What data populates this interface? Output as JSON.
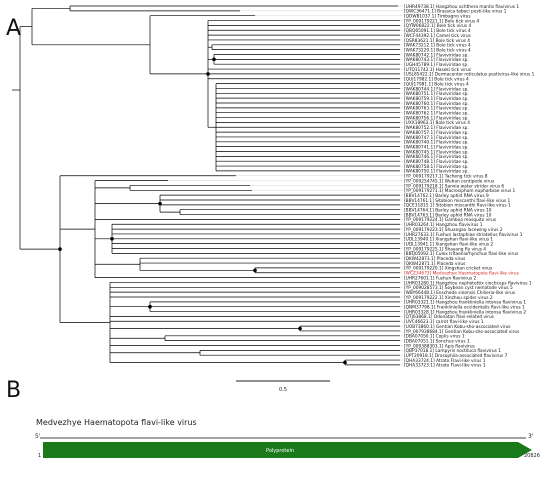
{
  "panels": {
    "a": "A",
    "b": "B"
  },
  "scale_bar": {
    "label": "0.5"
  },
  "highlight_color": "#d62728",
  "leaves": [
    "[UHR49738.1] Hangzhou ochthera mantis flavivirus 1",
    "[QWC36471.1] Brassica tabaci pesti-like virus 1",
    "[QDW81037.1] Timbagno virus",
    "[YP_009179221.1] Bole tick virus 4",
    "[QYW06822.1] Bole tick virus 4",
    "[QBQ65091.1] Bole tick virus 4",
    "[WCF44392.1] Camel tick virus",
    "[QSR83621.1] Bole tick virus 4",
    "[WAK73212.1] Bole tick virus 4",
    "[WAK73229.1] Bole tick virus 4",
    "[WAK80742.1] Flaviviridae sp.",
    "[WAK80743.1] Flaviviridae sp.",
    "[UGH45789.1] Flaviviridae sp.",
    "[UTQ11742.1] Haseki tick virus",
    "[USL85422.1] Dermacentor reticulatus pestivirus-like virus 1",
    "[QUJ17982.1] Bole tick virus 4",
    "[QUJ17981.1] Bole tick virus 4",
    "[WAK80744.1] Flaviviridae sp.",
    "[WAK80751.1] Flaviviridae sp.",
    "[WAK80759.1] Flaviviridae sp.",
    "[WAK80760.1] Flaviviridae sp.",
    "[WAK80763.1] Flaviviridae sp.",
    "[WAK80762.1] Flaviviridae sp.",
    "[WAK80756.1] Flaviviridae sp.",
    "[UXX18963.1] Bole tick virus 4",
    "[WAK80752.1] Flaviviridae sp.",
    "[WAK80757.1] Flaviviridae sp.",
    "[WAK80747.1] Flaviviridae sp.",
    "[WAK80740.1] Flaviviridae sp.",
    "[WAK80741.1] Flaviviridae sp.",
    "[WAK80745.1] Flaviviridae sp.",
    "[WAK80746.1] Flaviviridae sp.",
    "[WAK80748.1] Flaviviridae sp.",
    "[WAK80758.1] Flaviviridae sp.",
    "[WAK80750.1] Flaviviridae sp.",
    "[YP_009179217.1] Tacheng tick virus 8",
    "[YP_009254745.1] Wuhan centipede virus",
    "[YP_009179218.1] Sanxia water strider virus 6",
    "[YP_009179271.1] Macrosiphum euphorbiae virus 1",
    "[BBV14762.1] Barley aphid RNA virus 9",
    "[BBV14761.1] Sitobion miscanthi flavi-like virus 1",
    "[QCE31815.1] Sitobion miscanthi flavi-like virus 1",
    "[BBV14764.1] Barley aphid RNA virus 10",
    "[BBV14763.1] Barley aphid RNA virus 10",
    "[YP_009179224.1] Gamboa mosquito virus",
    "[UHR03264.1] Hangzhou flavivirus 1",
    "[YP_009179223.1] Shuangao lacewing virus 2",
    "[UHR27633.1] Fushun lastaphiae striatellus flavivirus 1",
    "[UDL13940.1] Xiangshan flavi-like virus 1",
    "[UDL13941.1] Xiangshan flavi-like virus 2",
    "[YP_009179225.1] Shayang fly virus 4",
    "[BBQ05092.1] Culex tritaeniorhynchus flavi-like virus",
    "[QKW42873.1] Placeda virus",
    "[QKW42871.1] Placeda virus",
    "[YP_009179220.1] Xingshan cricket virus",
    "[WCZ34673] Medvezhye Haematopota flavi-like virus",
    "[UHR27601.1] Fushun flavivirus 2",
    "[UHR03280.1] Hangzhou nephotettix cincticeps flavivirus 1",
    "[YP_009028573.1] Soybean cyst nematode virus 5",
    "[WBY66448.1] Enschede sinensis Chilieria-like virus",
    "[YP_009179222.1] Xinzhou spider virus 2",
    "[UHR03321.1] Hangzhou frankliniella intonsa flavivirus 1",
    "[QNM37798.1] Frankliniella occidentalis flavi-like virus 1",
    "[UHR03328.1] Hangzhou frankliniella intonsa flavivirus 2",
    "[QTJ63868.1] Odonatan flavi-related virus",
    "[UVC46623.1] carrot flavi-like virus 1",
    "[UOB73860.1] Gentian Kobu-sho-associated virus",
    "[YP_007938684.1] Gentian Kobu-sho-associated virus",
    "[DBA07050.1] Coplis virus 1",
    "[DBA07051.1] Sonchus virus 1",
    "[YP_009388303.1] Apis flavivirus",
    "[QBP37018.1] Lampyris noctiluca flavivirus 1",
    "[UPT20918.1] Drosophila-associated flavivirus 7",
    "[QHA33724.1] Atrato Flavi-like virus 1",
    "[QHA33723.1] Atrato Flavi-like virus 1"
  ],
  "genome": {
    "title": "Medvezhye Haematopota flavi-like virus",
    "five_prime": "5'",
    "three_prime": "3'",
    "length_start": "1",
    "length_end": "20826",
    "orf_label": "Polyprotein",
    "orf_color": "#1a7a1a"
  }
}
